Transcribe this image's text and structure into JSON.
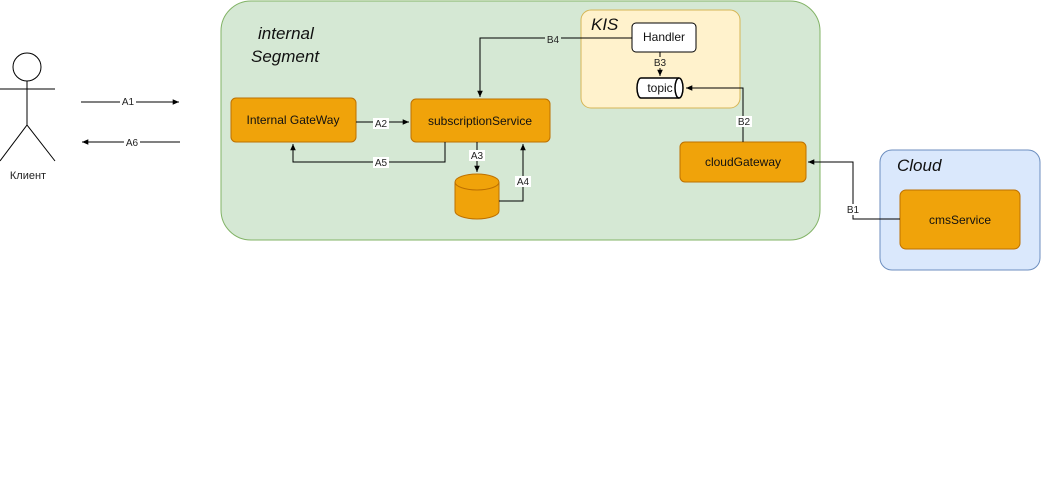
{
  "actor": {
    "label": "Клиент"
  },
  "groups": {
    "internal": {
      "title_line1": "internal",
      "title_line2": "Segment",
      "fill": "#d5e8d4",
      "stroke": "#82b366"
    },
    "kis": {
      "title": "KIS",
      "fill": "#fff2cc",
      "stroke": "#d6b656"
    },
    "cloud": {
      "title": "Cloud",
      "fill": "#dae8fc",
      "stroke": "#6c8ebf"
    }
  },
  "nodes": {
    "internal_gateway": "Internal GateWay",
    "subscription_service": "subscriptionService",
    "handler": "Handler",
    "topic": "topic",
    "cloud_gateway": "cloudGateway",
    "cms_service": "cmsService"
  },
  "edges": {
    "a1": "A1",
    "a2": "A2",
    "a3": "A3",
    "a4": "A4",
    "a5": "A5",
    "a6": "A6",
    "b1": "B1",
    "b2": "B2",
    "b3": "B3",
    "b4": "B4"
  },
  "colors": {
    "service_fill": "#f0a30a",
    "service_stroke": "#bd7000",
    "line": "#000000"
  }
}
